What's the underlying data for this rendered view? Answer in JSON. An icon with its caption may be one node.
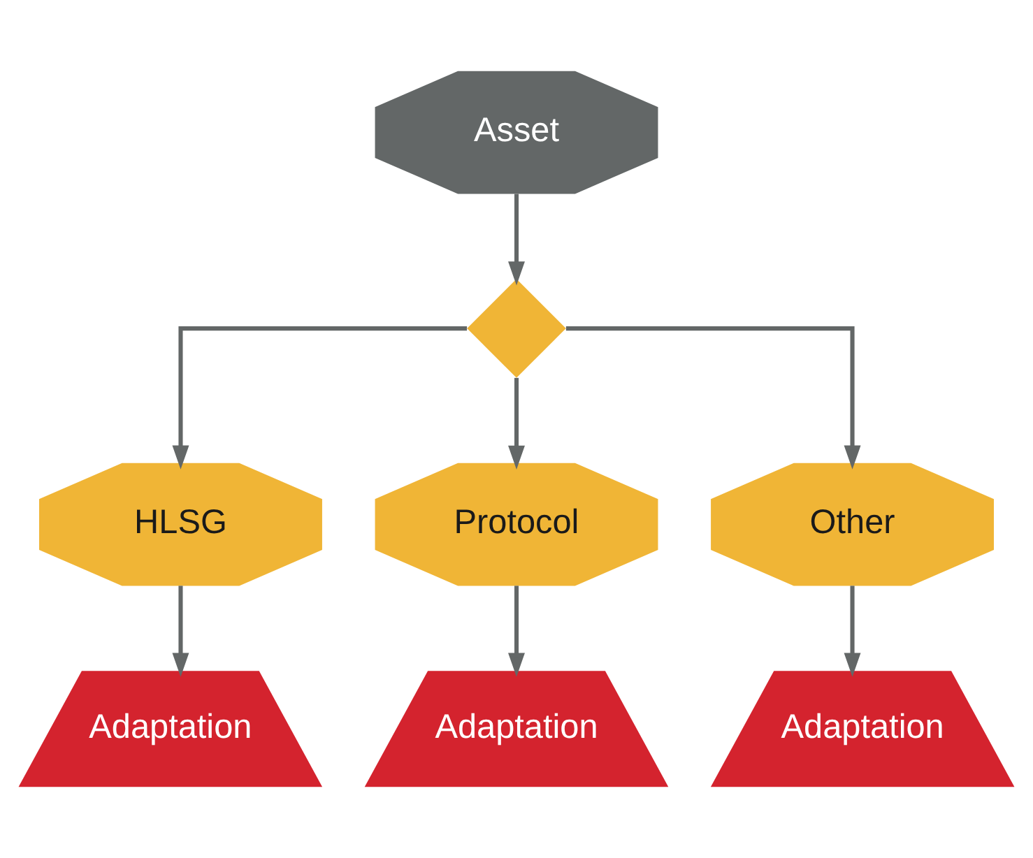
{
  "diagram": {
    "nodes": [
      {
        "text": [
          "Asset"
        ]
      },
      {
        "text": [],
        "shape": "diamond"
      },
      {
        "text": [
          "HLSG"
        ]
      },
      {
        "text": [
          "Protocol"
        ]
      },
      {
        "text": [
          "Other"
        ]
      },
      {
        "text": [
          "Adaptation"
        ]
      },
      {
        "text": [
          "Adaptation"
        ]
      },
      {
        "text": [
          "Adaptation"
        ]
      }
    ],
    "edges": [
      {
        "from": 0,
        "to": 1,
        "arrow": "to"
      },
      {
        "from": 1,
        "to": 2,
        "arrow": "to"
      },
      {
        "from": 1,
        "to": 3,
        "arrow": "to"
      },
      {
        "from": 1,
        "to": 4,
        "arrow": "to"
      },
      {
        "from": 2,
        "to": 5,
        "arrow": "to"
      },
      {
        "from": 3,
        "to": 6,
        "arrow": "to"
      },
      {
        "from": 4,
        "to": 7,
        "arrow": "to"
      }
    ]
  }
}
